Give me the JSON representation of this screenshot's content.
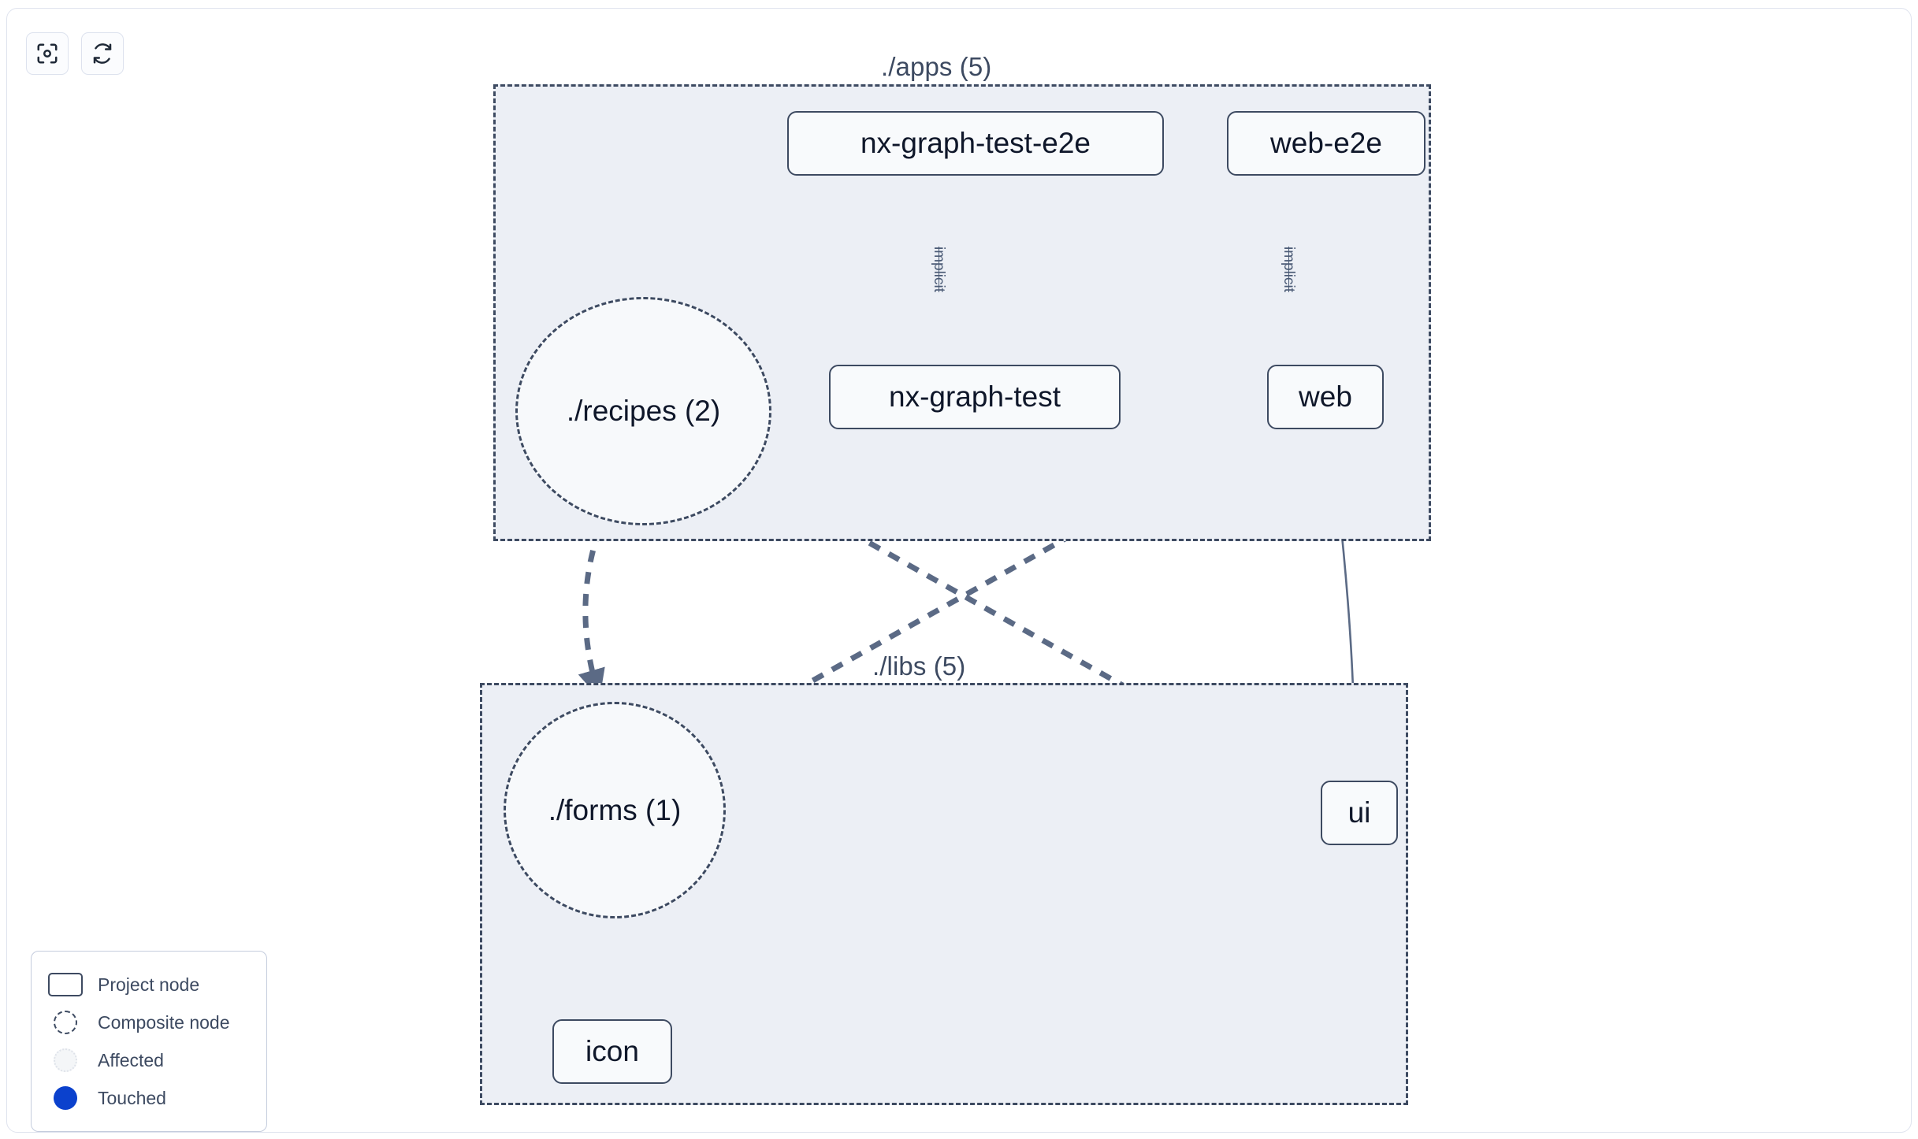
{
  "toolbar": {
    "buttons": [
      {
        "name": "focus-graph-button",
        "icon": "viewfinder-icon",
        "label": ""
      },
      {
        "name": "refresh-graph-button",
        "icon": "refresh-icon",
        "label": ""
      }
    ]
  },
  "graph": {
    "groups": [
      {
        "id": "apps",
        "label": "./apps (5)",
        "count": 5
      },
      {
        "id": "libs",
        "label": "./libs (5)",
        "count": 5
      }
    ],
    "nodes": [
      {
        "id": "nx-graph-test-e2e",
        "label": "nx-graph-test-e2e",
        "type": "project",
        "group": "apps"
      },
      {
        "id": "web-e2e",
        "label": "web-e2e",
        "type": "project",
        "group": "apps"
      },
      {
        "id": "nx-graph-test",
        "label": "nx-graph-test",
        "type": "project",
        "group": "apps"
      },
      {
        "id": "web",
        "label": "web",
        "type": "project",
        "group": "apps"
      },
      {
        "id": "recipes",
        "label": "./recipes (2)",
        "type": "composite",
        "group": "apps"
      },
      {
        "id": "forms",
        "label": "./forms (1)",
        "type": "composite",
        "group": "libs"
      },
      {
        "id": "ui",
        "label": "ui",
        "type": "project",
        "group": "libs"
      },
      {
        "id": "icon",
        "label": "icon",
        "type": "project",
        "group": "libs"
      }
    ],
    "edges": [
      {
        "source": "nx-graph-test-e2e",
        "target": "nx-graph-test",
        "label": "implicit",
        "style": "solid"
      },
      {
        "source": "web-e2e",
        "target": "web",
        "label": "implicit",
        "style": "solid"
      },
      {
        "source": "web",
        "target": "ui",
        "label": "",
        "style": "solid"
      },
      {
        "source": "recipes",
        "target": "forms",
        "label": "",
        "style": "dashed"
      },
      {
        "source": "recipes",
        "target": "ui",
        "label": "",
        "style": "dashed"
      },
      {
        "source": "web",
        "target": "forms",
        "label": "",
        "style": "dashed"
      },
      {
        "source": "forms",
        "target": "icon",
        "label": "",
        "style": "dashed"
      }
    ]
  },
  "legend": {
    "items": [
      {
        "key": "project",
        "label": "Project node"
      },
      {
        "key": "composite",
        "label": "Composite node"
      },
      {
        "key": "affected",
        "label": "Affected"
      },
      {
        "key": "touched",
        "label": "Touched"
      }
    ]
  },
  "colors": {
    "node_border": "#3d4a61",
    "node_fill": "#f8fafc",
    "group_fill": "#eceff5",
    "edge": "#5b6a85",
    "touched": "#0b41cd",
    "text": "#0f172a"
  }
}
